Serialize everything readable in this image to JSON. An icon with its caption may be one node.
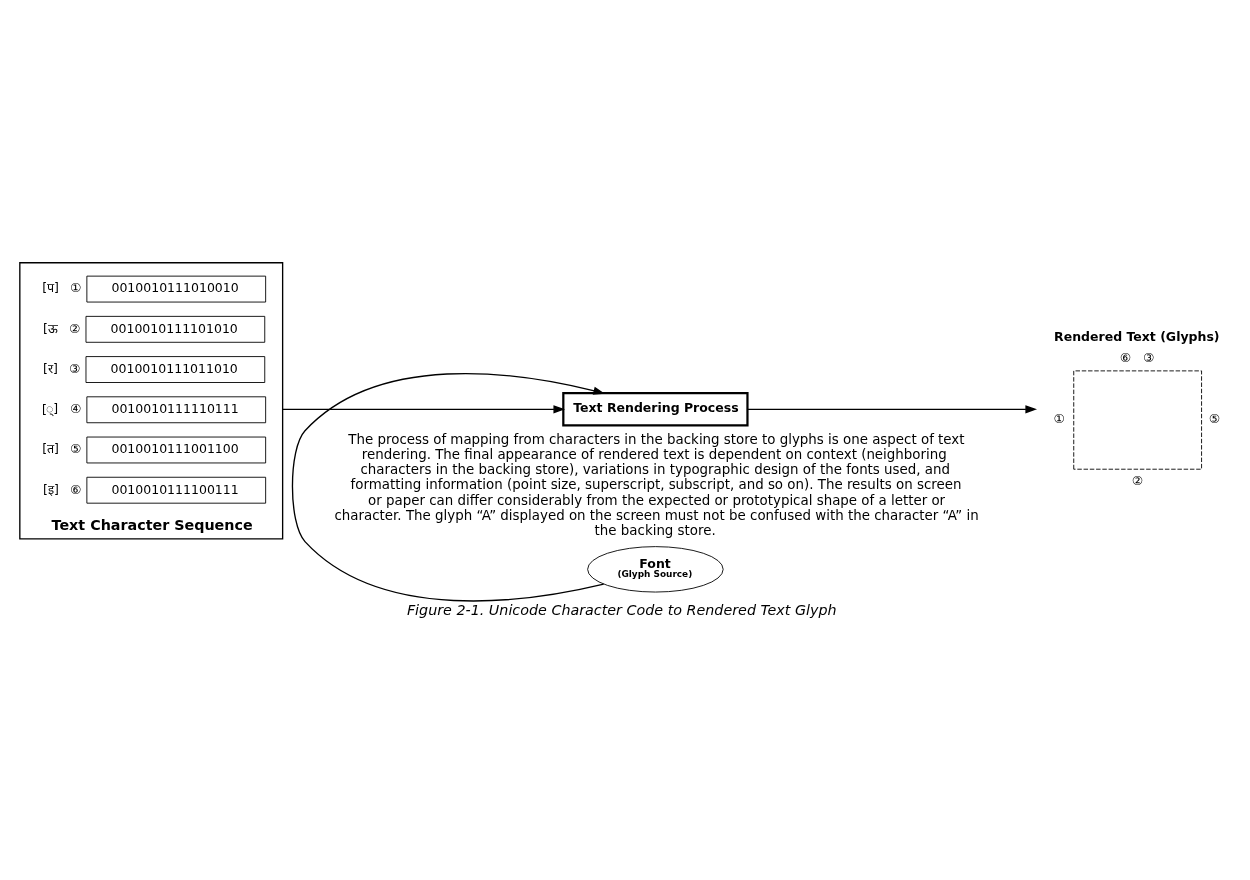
{
  "diagram": {
    "caption": "Figure 2-1. Unicode Character Code to Rendered Text Glyph",
    "nodes": [
      {
        "text": [
          "Text Character Sequence"
        ]
      },
      {
        "text": [
          "0010010111010010"
        ],
        "in": 0,
        "beside": [
          "[प]",
          "①"
        ]
      },
      {
        "text": [
          "0010010111101010"
        ],
        "in": 0,
        "beside": [
          "[ऊ",
          "②"
        ]
      },
      {
        "text": [
          "0010010111011010"
        ],
        "in": 0,
        "beside": [
          "[र]",
          "③"
        ]
      },
      {
        "text": [
          "0010010111110111"
        ],
        "in": 0,
        "beside": [
          "[्]",
          "④"
        ]
      },
      {
        "text": [
          "0010010111001100"
        ],
        "in": 0,
        "beside": [
          "[त]",
          "⑤"
        ]
      },
      {
        "text": [
          "0010010111100111"
        ],
        "in": 0,
        "beside": [
          "[इ]",
          "⑥"
        ]
      },
      {
        "text": [
          "Text Rendering Process"
        ]
      },
      {
        "text": [
          "Font",
          "(Glyph Source)"
        ]
      },
      {
        "text": [
          "Rendered Text (Glyphs)"
        ],
        "beside": [
          "⑥",
          "③",
          "①",
          "⑤",
          "②"
        ]
      }
    ],
    "edges": [
      {
        "from": 0,
        "to": 7,
        "arrow": "to"
      },
      {
        "from": 8,
        "to": 7,
        "arrow": "to"
      },
      {
        "from": 7,
        "to": 9,
        "arrow": "to"
      }
    ],
    "labels": [
      "The process of mapping from characters in the backing store to glyphs is one aspect of text rendering. The final appearance of rendered text is dependent on context (neighboring characters in the backing store), variations in typographic design of the fonts used, and formatting information (point size, superscript, subscript, and so on). The results on screen or paper can differ considerably from the expected or prototypical shape of a letter or character. The glyph “A” displayed on the screen must not be confused with the character “A” in the backing store."
    ]
  }
}
